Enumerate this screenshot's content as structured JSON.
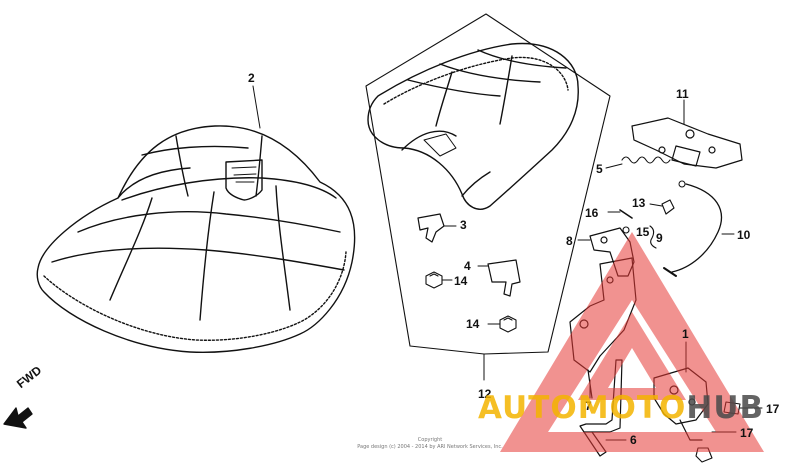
{
  "diagram": {
    "callouts": {
      "c1": "1",
      "c2": "2",
      "c3": "3",
      "c4": "4",
      "c5": "5",
      "c6": "6",
      "c8": "8",
      "c9": "9",
      "c10": "10",
      "c11": "11",
      "c12": "12",
      "c13": "13",
      "c14a": "14",
      "c14b": "14",
      "c15": "15",
      "c16": "16",
      "c17a": "17",
      "c17b": "17"
    },
    "fwd_label": "FWD",
    "copyright_lines": [
      "Copyright",
      "Page design (c) 2004 - 2014 by ARI Network Services, Inc."
    ],
    "watermark": {
      "main": "AUTOMOTO",
      "suffix": "HUB",
      "colors": {
        "triangle": "#e53935",
        "text": "#f4b400",
        "suffix": "#4a4a4a"
      }
    },
    "icons": [
      "fwd-arrow-icon",
      "watermark-triangle-icon"
    ]
  }
}
